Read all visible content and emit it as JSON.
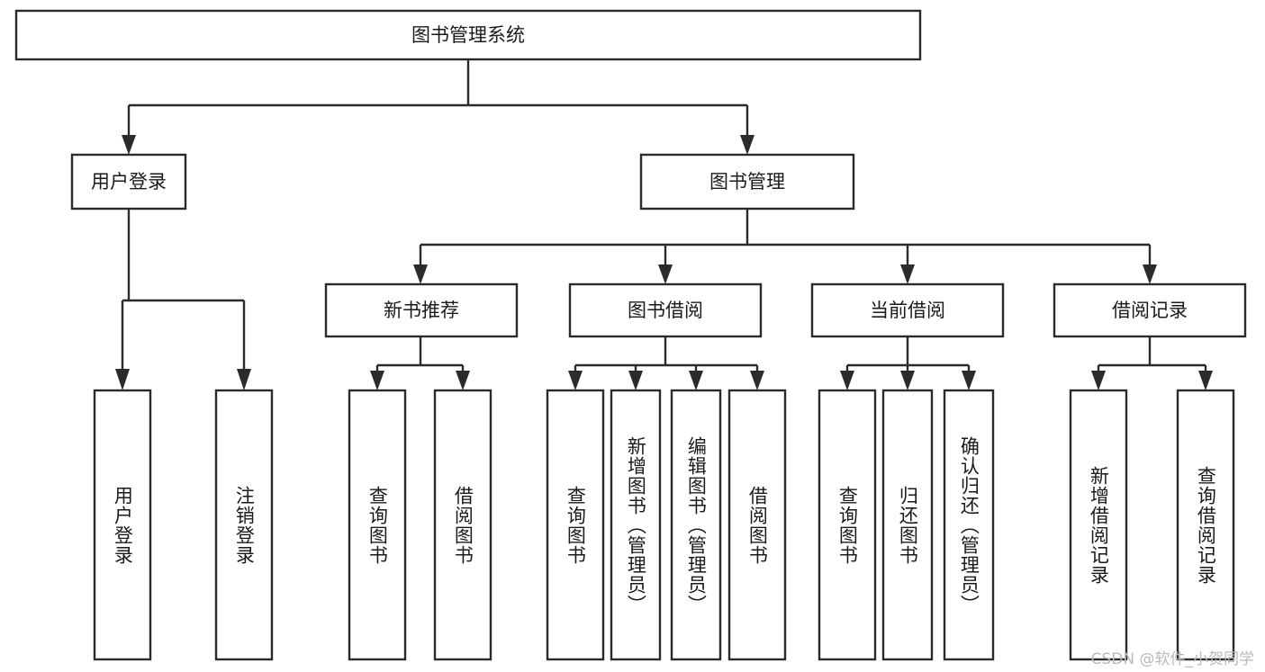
{
  "diagram": {
    "title": "图书管理系统",
    "type": "tree-hierarchy-chart",
    "watermark": "CSDN @软件_小贺同学",
    "colors": {
      "background": "#ffffff",
      "stroke": "#2b2b2b",
      "text": "#1a1a1a",
      "watermark": "#b9b9b9"
    },
    "root": {
      "label": "图书管理系统",
      "orientation": "horizontal"
    },
    "level2": [
      {
        "label": "用户登录",
        "orientation": "horizontal"
      },
      {
        "label": "图书管理",
        "orientation": "horizontal"
      }
    ],
    "level3": [
      {
        "label": "新书推荐",
        "orientation": "horizontal"
      },
      {
        "label": "图书借阅",
        "orientation": "horizontal"
      },
      {
        "label": "当前借阅",
        "orientation": "horizontal"
      },
      {
        "label": "借阅记录",
        "orientation": "horizontal"
      }
    ],
    "leaves": [
      {
        "label": "用户登录",
        "parent": "用户登录",
        "orientation": "vertical"
      },
      {
        "label": "注销登录",
        "parent": "用户登录",
        "orientation": "vertical"
      },
      {
        "label": "查询图书",
        "parent": "新书推荐",
        "orientation": "vertical"
      },
      {
        "label": "借阅图书",
        "parent": "新书推荐",
        "orientation": "vertical"
      },
      {
        "label": "查询图书",
        "parent": "图书借阅",
        "orientation": "vertical"
      },
      {
        "label": "新增图书（管理员）",
        "parent": "图书借阅",
        "orientation": "vertical"
      },
      {
        "label": "编辑图书（管理员）",
        "parent": "图书借阅",
        "orientation": "vertical"
      },
      {
        "label": "借阅图书",
        "parent": "图书借阅",
        "orientation": "vertical"
      },
      {
        "label": "查询图书",
        "parent": "当前借阅",
        "orientation": "vertical"
      },
      {
        "label": "归还图书",
        "parent": "当前借阅",
        "orientation": "vertical"
      },
      {
        "label": "确认归还（管理员）",
        "parent": "当前借阅",
        "orientation": "vertical"
      },
      {
        "label": "新增借阅记录",
        "parent": "借阅记录",
        "orientation": "vertical"
      },
      {
        "label": "查询借阅记录",
        "parent": "借阅记录",
        "orientation": "vertical"
      }
    ]
  }
}
